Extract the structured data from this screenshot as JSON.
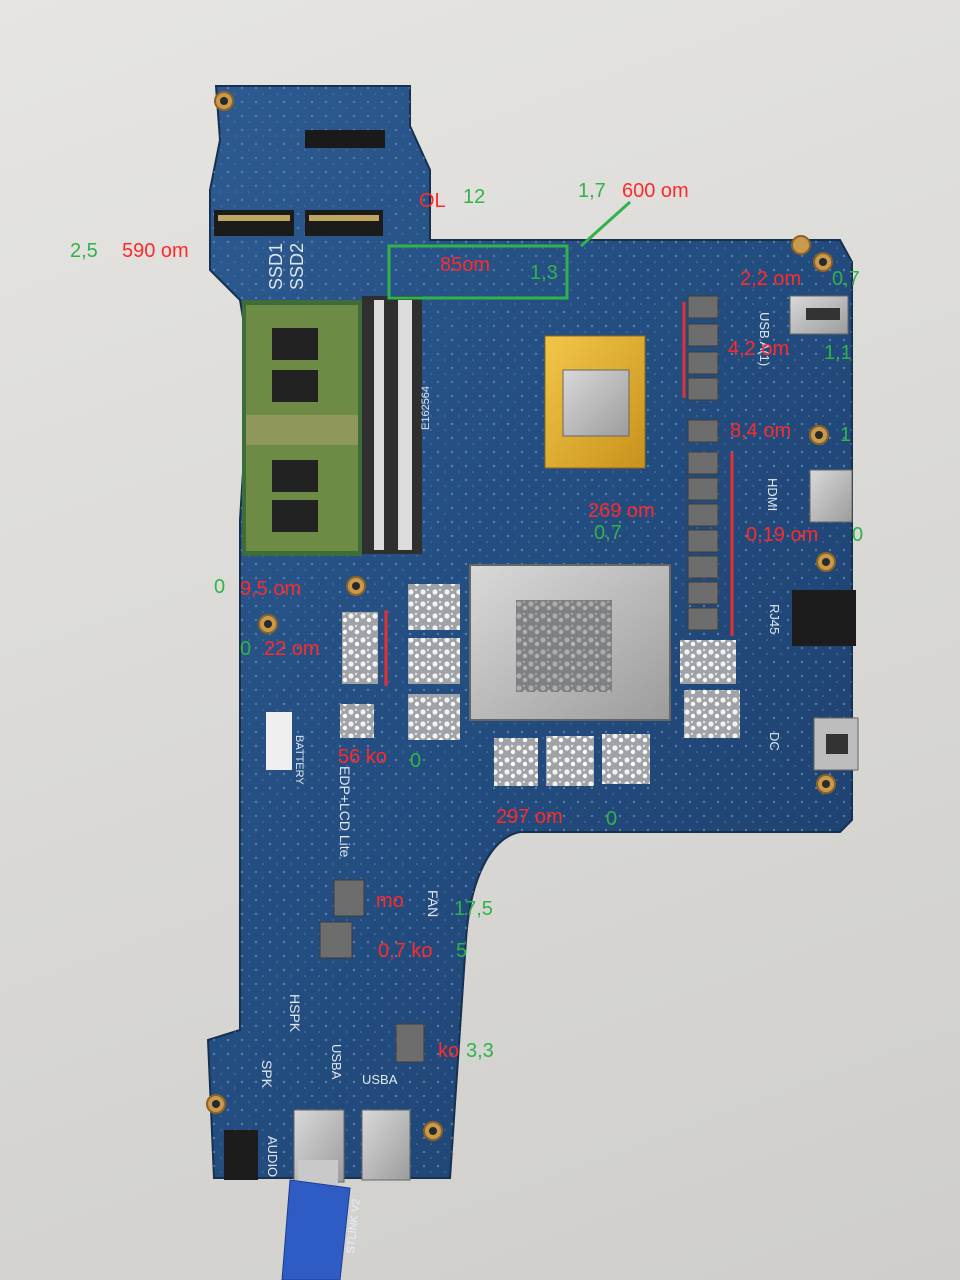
{
  "colors": {
    "board": "#21487a",
    "board_light": "#2e5b91",
    "annotation_red": "#ff2a2a",
    "annotation_green": "#2fb34a",
    "marker_line": "#e53030",
    "highlight_box": "#2fb34a"
  },
  "silkscreen": {
    "ssd1": "SSD1",
    "ssd2": "SSD2",
    "usb_a_top": "USB A(1)",
    "hdmi": "HDMI",
    "rj45": "RJ45",
    "dc": "DC",
    "edp": "EDP+LCD Lite",
    "battery": "BATTERY",
    "fan": "FAN",
    "hspk": "HSPK",
    "spk": "SPK",
    "audio": "AUDIO",
    "usba1": "USBA",
    "usba2": "USBA",
    "chip_code": "E162564",
    "stlink": "STLINK V2"
  },
  "annotations": [
    {
      "id": "ol",
      "text": "OL",
      "color": "red"
    },
    {
      "id": "v12",
      "text": "12",
      "color": "green"
    },
    {
      "id": "v17",
      "text": "1,7",
      "color": "green"
    },
    {
      "id": "r600",
      "text": "600 om",
      "color": "red"
    },
    {
      "id": "v25",
      "text": "2,5",
      "color": "green"
    },
    {
      "id": "r590",
      "text": "590 om",
      "color": "red"
    },
    {
      "id": "r85",
      "text": "85om",
      "color": "red"
    },
    {
      "id": "v13",
      "text": "1,3",
      "color": "green"
    },
    {
      "id": "r22a",
      "text": "2,2 om",
      "color": "red"
    },
    {
      "id": "v07a",
      "text": "0,7",
      "color": "green"
    },
    {
      "id": "r42",
      "text": "4,2 om",
      "color": "red"
    },
    {
      "id": "v11",
      "text": "1,1",
      "color": "green"
    },
    {
      "id": "r84",
      "text": "8,4 om",
      "color": "red"
    },
    {
      "id": "v1",
      "text": "1",
      "color": "green"
    },
    {
      "id": "r269",
      "text": "269 om",
      "color": "red"
    },
    {
      "id": "v07b",
      "text": "0,7",
      "color": "green"
    },
    {
      "id": "r019",
      "text": "0,19 om",
      "color": "red"
    },
    {
      "id": "v0a",
      "text": "0",
      "color": "green"
    },
    {
      "id": "v0b",
      "text": "0",
      "color": "green"
    },
    {
      "id": "r95",
      "text": "9,5 om",
      "color": "red"
    },
    {
      "id": "v0c",
      "text": "0",
      "color": "green"
    },
    {
      "id": "r22b",
      "text": "22 om",
      "color": "red"
    },
    {
      "id": "r56",
      "text": "56 ko",
      "color": "red"
    },
    {
      "id": "v0d",
      "text": "0",
      "color": "green"
    },
    {
      "id": "r297",
      "text": "297 om",
      "color": "red"
    },
    {
      "id": "v0e",
      "text": "0",
      "color": "green"
    },
    {
      "id": "rmo",
      "text": "mo",
      "color": "red"
    },
    {
      "id": "v175",
      "text": "17,5",
      "color": "green"
    },
    {
      "id": "r07ko",
      "text": "0,7 ko",
      "color": "red"
    },
    {
      "id": "v5",
      "text": "5",
      "color": "green"
    },
    {
      "id": "rko",
      "text": "ko",
      "color": "red"
    },
    {
      "id": "v33",
      "text": "3,3",
      "color": "green"
    }
  ]
}
